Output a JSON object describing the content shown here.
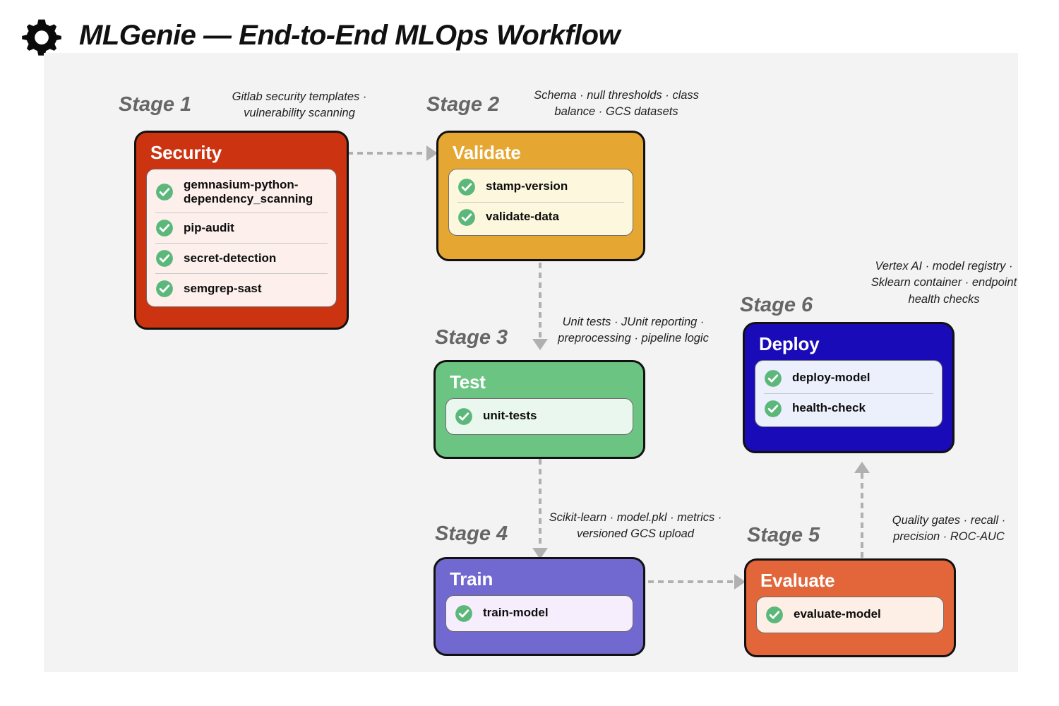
{
  "header": {
    "icon": "gear-icon",
    "title": "MLGenie — End-to-End MLOps Workflow"
  },
  "theme": {
    "page_background": "#ffffff",
    "canvas_background": "#f3f3f3",
    "connector_color": "#b0b0b0",
    "check_color": "#5cb87a",
    "stage_label_color": "#666666",
    "card_border": "#111111"
  },
  "stages": [
    {
      "stage_label": "Stage 1",
      "name": "Security",
      "annotation": "Gitlab security templates · vulnerability scanning",
      "color": "#cc3311",
      "job_bg": "#fcefec",
      "jobs": [
        {
          "label": "gemnasium-python-dependency_scanning",
          "status": "check-icon"
        },
        {
          "label": "pip-audit",
          "status": "check-icon"
        },
        {
          "label": "secret-detection",
          "status": "check-icon"
        },
        {
          "label": "semgrep-sast",
          "status": "check-icon"
        }
      ]
    },
    {
      "stage_label": "Stage 2",
      "name": "Validate",
      "annotation": "Schema · null thresholds · class balance · GCS datasets",
      "color": "#e5a732",
      "job_bg": "#fdf7dd",
      "jobs": [
        {
          "label": "stamp-version",
          "status": "check-icon"
        },
        {
          "label": "validate-data",
          "status": "check-icon"
        }
      ]
    },
    {
      "stage_label": "Stage 3",
      "name": "Test",
      "annotation": "Unit tests · JUnit reporting · preprocessing · pipeline logic",
      "color": "#6cc483",
      "job_bg": "#e9f7ee",
      "jobs": [
        {
          "label": "unit-tests",
          "status": "check-icon"
        }
      ]
    },
    {
      "stage_label": "Stage 4",
      "name": "Train",
      "annotation": "Scikit-learn · model.pkl · metrics · versioned GCS upload",
      "color": "#7169cf",
      "job_bg": "#f6eefc",
      "jobs": [
        {
          "label": "train-model",
          "status": "check-icon"
        }
      ]
    },
    {
      "stage_label": "Stage 5",
      "name": "Evaluate",
      "annotation": "Quality gates · recall · precision · ROC-AUC",
      "color": "#e2663a",
      "job_bg": "#fdeee6",
      "jobs": [
        {
          "label": "evaluate-model",
          "status": "check-icon"
        }
      ]
    },
    {
      "stage_label": "Stage 6",
      "name": "Deploy",
      "annotation": "Vertex AI · model registry · Sklearn container · endpoint health checks",
      "color": "#1a0bb8",
      "job_bg": "#eceffc",
      "jobs": [
        {
          "label": "deploy-model",
          "status": "check-icon"
        },
        {
          "label": "health-check",
          "status": "check-icon"
        }
      ]
    }
  ],
  "connectors": [
    {
      "from": "Security",
      "to": "Validate",
      "direction": "right"
    },
    {
      "from": "Validate",
      "to": "Test",
      "direction": "down"
    },
    {
      "from": "Test",
      "to": "Train",
      "direction": "down"
    },
    {
      "from": "Train",
      "to": "Evaluate",
      "direction": "right"
    },
    {
      "from": "Evaluate",
      "to": "Deploy",
      "direction": "up"
    }
  ]
}
